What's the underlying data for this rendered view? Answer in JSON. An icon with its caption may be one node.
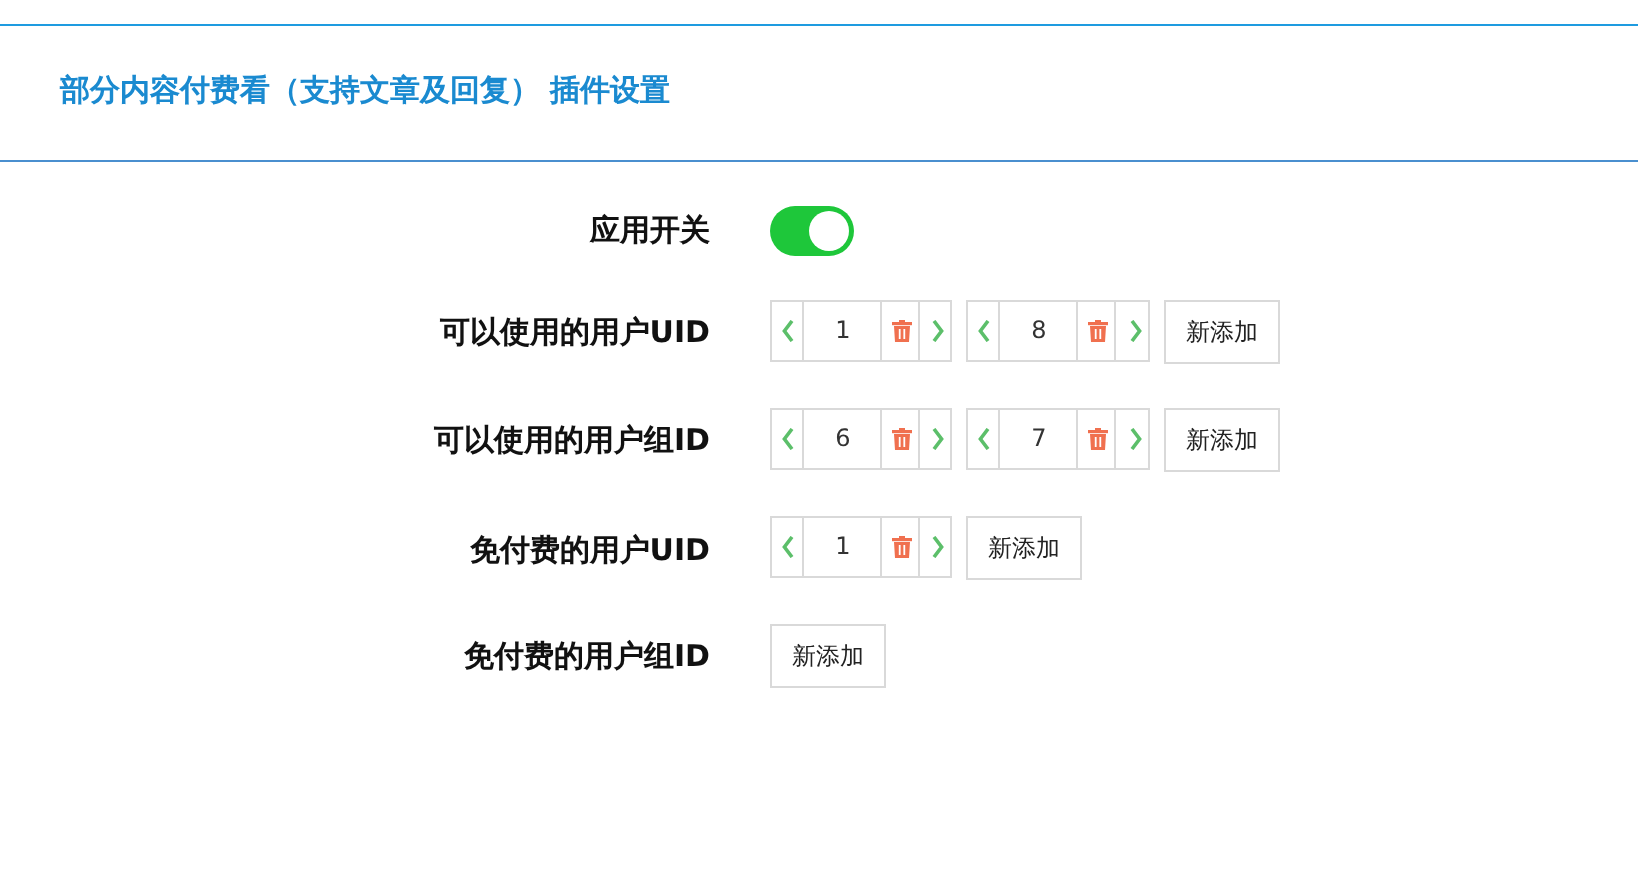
{
  "diagram": {
    "title": "部分内容付费看（支持文章及回复） 插件设置",
    "nodes": [
      {
        "text": [
          "1"
        ]
      },
      {
        "text": [
          "8"
        ]
      },
      {
        "text": [
          "新添加"
        ]
      },
      {
        "text": [
          "6"
        ]
      },
      {
        "text": [
          "7"
        ]
      },
      {
        "text": [
          "新添加"
        ]
      },
      {
        "text": [
          "1"
        ]
      },
      {
        "text": [
          "新添加"
        ]
      },
      {
        "text": [
          "新添加"
        ]
      }
    ],
    "edges": [],
    "labels": [
      "应用开关",
      "可以使用的用户UID",
      "可以使用的用户组ID",
      "免付费的用户UID",
      "免付费的用户组ID"
    ]
  }
}
